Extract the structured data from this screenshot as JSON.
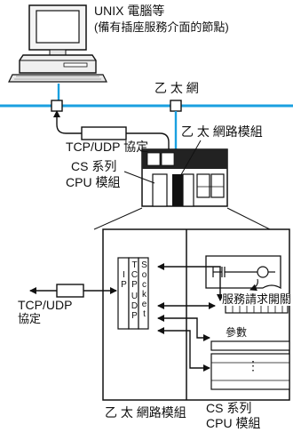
{
  "colors": {
    "network": "#1aa0e0",
    "ink": "#111111",
    "bg": "#ffffff"
  },
  "labels": {
    "host_title": "UNIX 電腦等",
    "host_subtitle": "(備有插座服務介面的節點)",
    "ethernet": "乙 太 網",
    "tcpudp_top": "TCP/UDP 協定",
    "ethernet_unit_top": "乙 太 網路模組",
    "cs_series_top": "CS 系列",
    "cpu_module_top": "CPU 模組",
    "ip_letters": "IP",
    "tcp_letters": "TCP",
    "udp_letters": "UDP",
    "socket_letters": "Socket",
    "service_request": "服務請求開關",
    "params": "參數",
    "tcpudp_left_line1": "TCP/UDP",
    "tcpudp_left_line2": "協定",
    "ethernet_unit_bottom": "乙 太 網路模組",
    "cs_series_bottom": "CS 系列",
    "cpu_module_bottom": "CPU 模組",
    "dots": "⋮"
  }
}
